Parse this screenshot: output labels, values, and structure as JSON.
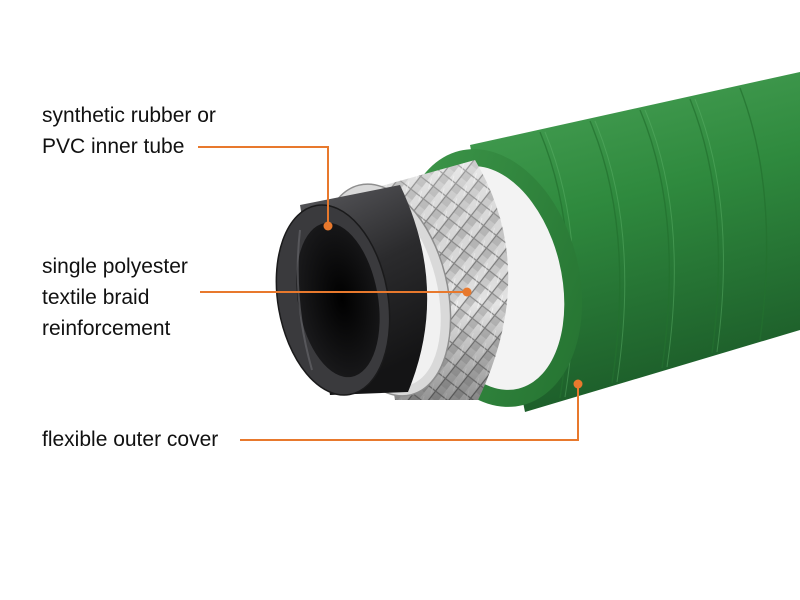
{
  "colors": {
    "leader": "#e8792d",
    "cover": "#2f8a3e",
    "cover_dark": "#1d5e2a",
    "cover_light": "#4aa257",
    "tube": "#2b2b2d",
    "tube_inner": "#0c0c0d",
    "braid": "#c9c9c9",
    "braid_light": "#eeeeee",
    "braid_dark": "#7d7d7d",
    "text": "#111111"
  },
  "labels": {
    "inner_tube": {
      "line1": "synthetic rubber or",
      "line2": "PVC inner tube"
    },
    "braid": {
      "line1": "single polyester",
      "line2": "textile braid",
      "line3": "reinforcement"
    },
    "cover": {
      "line1": "flexible outer cover"
    }
  }
}
